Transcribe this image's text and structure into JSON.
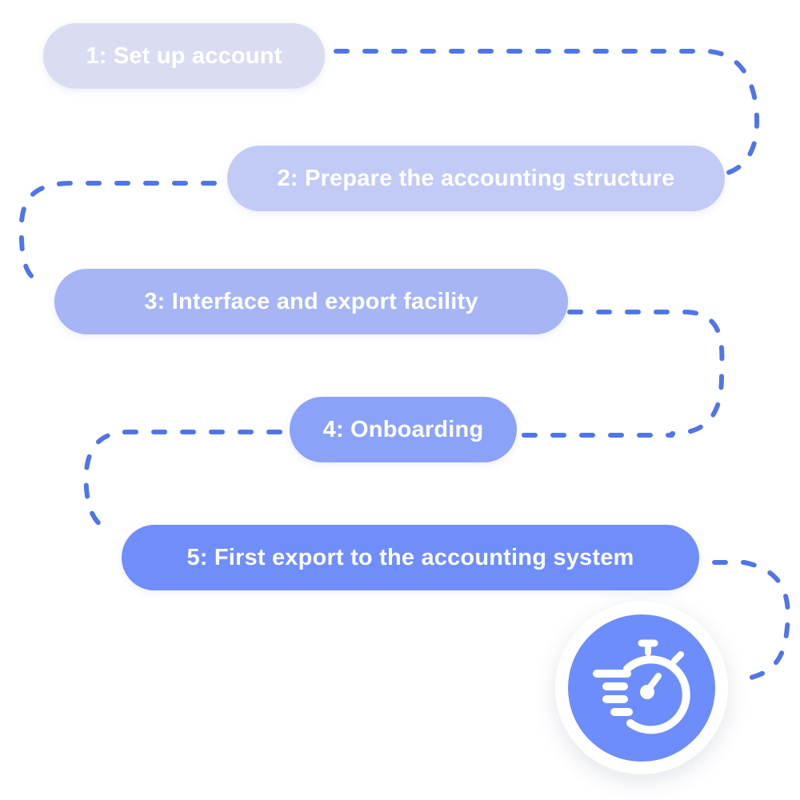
{
  "steps": [
    {
      "label": "1: Set up account",
      "color": "#DADDF2"
    },
    {
      "label": "2: Prepare the accounting structure",
      "color": "#C2CBF6"
    },
    {
      "label": "3: Interface and export facility",
      "color": "#A5B5F6"
    },
    {
      "label": "4: Onboarding",
      "color": "#8AA3F8"
    },
    {
      "label": "5: First export to the accounting system",
      "color": "#6F8EF9"
    }
  ],
  "connector": {
    "color": "#5075E6",
    "style": "dashed"
  },
  "timer": {
    "icon": "stopwatch-icon",
    "background": "#6D8DFA",
    "icon_color": "#ffffff"
  }
}
